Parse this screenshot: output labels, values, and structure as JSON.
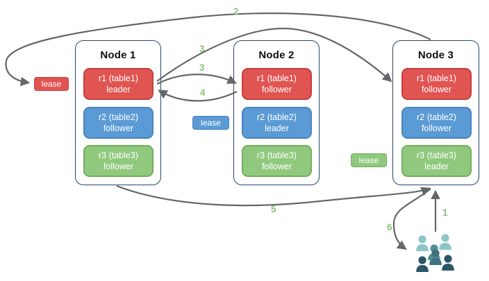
{
  "diagram": {
    "nodes": [
      {
        "title": "Node 1",
        "replicas": [
          {
            "name": "r1 (table1)",
            "role": "leader",
            "color": "red"
          },
          {
            "name": "r2 (table2)",
            "role": "follower",
            "color": "blue"
          },
          {
            "name": "r3 (table3)",
            "role": "follower",
            "color": "green"
          }
        ]
      },
      {
        "title": "Node 2",
        "replicas": [
          {
            "name": "r1 (table1)",
            "role": "follower",
            "color": "red"
          },
          {
            "name": "r2 (table2)",
            "role": "leader",
            "color": "blue"
          },
          {
            "name": "r3 (table3)",
            "role": "follower",
            "color": "green"
          }
        ]
      },
      {
        "title": "Node 3",
        "replicas": [
          {
            "name": "r1 (table1)",
            "role": "follower",
            "color": "red"
          },
          {
            "name": "r2 (table2)",
            "role": "follower",
            "color": "blue"
          },
          {
            "name": "r3 (table3)",
            "role": "leader",
            "color": "green"
          }
        ]
      }
    ],
    "leases": [
      {
        "label": "lease",
        "color": "red",
        "near": "Node 1 r1 leader"
      },
      {
        "label": "lease",
        "color": "blue",
        "near": "Node 2 r2 leader"
      },
      {
        "label": "lease",
        "color": "green",
        "near": "Node 3 r3 leader"
      }
    ],
    "steps": {
      "s1": "1",
      "s2": "2",
      "s3_long": "3",
      "s3_short": "3",
      "s4": "4",
      "s5": "5",
      "s6": "6"
    },
    "icons": {
      "clients": "users-group-icon"
    },
    "colors": {
      "red": "#e05452",
      "red_border": "#c5403d",
      "blue": "#5b9bd5",
      "blue_border": "#4a84c0",
      "green": "#90c97e",
      "green_border": "#6fae5e",
      "node_border": "#24456e",
      "arrow": "#666666",
      "step_label": "#8ac47a",
      "users_light": "#8ec6c8",
      "users_mid": "#4e8f97",
      "users_dark": "#2a5666"
    }
  }
}
